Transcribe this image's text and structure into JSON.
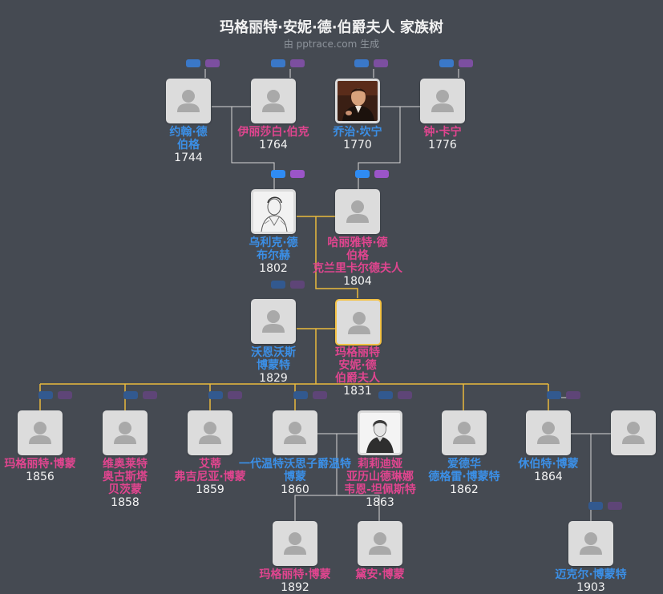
{
  "header": {
    "title": "玛格丽特·安妮·德·伯爵夫人 家族树",
    "subtitle": "由 pptrace.com 生成"
  },
  "colors": {
    "background": "#454a52",
    "male": "#3b8fe6",
    "female": "#e0458f",
    "focus_border": "#f4c245",
    "line_normal": "#d6d6d6",
    "line_focus": "#e9b93c"
  },
  "people": [
    {
      "id": "p1",
      "name": "约翰·德\n伯格",
      "year": "1744",
      "sex": "m"
    },
    {
      "id": "p2",
      "name": "伊丽莎白·伯克",
      "year": "1764",
      "sex": "f"
    },
    {
      "id": "p3",
      "name": "乔治·坎宁",
      "year": "1770",
      "sex": "m",
      "portrait": "portrait-george"
    },
    {
      "id": "p4",
      "name": "钟·卡宁",
      "year": "1776",
      "sex": "f"
    },
    {
      "id": "p5",
      "name": "乌利克·德\n布尔赫",
      "year": "1802",
      "sex": "m",
      "portrait": "portrait-ulick"
    },
    {
      "id": "p6",
      "name": "哈丽雅特·德\n伯格\n克兰里卡尔德夫人",
      "year": "1804",
      "sex": "f"
    },
    {
      "id": "p7",
      "name": "沃恩沃斯\n博蒙特",
      "year": "1829",
      "sex": "m"
    },
    {
      "id": "p8",
      "name": "玛格丽特\n安妮·德\n伯爵夫人",
      "year": "1831",
      "sex": "f",
      "focus": true
    },
    {
      "id": "c1",
      "name": "玛格丽特·博蒙",
      "year": "1856",
      "sex": "f"
    },
    {
      "id": "c2",
      "name": "维奥莱特\n奥古斯塔\n贝茨蒙",
      "year": "1858",
      "sex": "f"
    },
    {
      "id": "c3",
      "name": "艾蒂\n弗吉尼亚·博蒙",
      "year": "1859",
      "sex": "f"
    },
    {
      "id": "c4",
      "name": "一代温特沃思子爵温特\n博蒙",
      "year": "1860",
      "sex": "m"
    },
    {
      "id": "c5",
      "name": "莉莉迪娅\n亚历山德琳娜\n韦恩-坦佩斯特",
      "year": "1863",
      "sex": "f",
      "portrait": "portrait-lily"
    },
    {
      "id": "c6",
      "name": "爱德华\n德格雷·博蒙特",
      "year": "1862",
      "sex": "m"
    },
    {
      "id": "c7",
      "name": "休伯特·博蒙",
      "year": "1864",
      "sex": "m"
    },
    {
      "id": "c8",
      "name": "",
      "year": "",
      "sex": "f"
    },
    {
      "id": "g1",
      "name": "玛格丽特·博蒙",
      "year": "1892",
      "sex": "f"
    },
    {
      "id": "g2",
      "name": "黛安·博蒙",
      "year": "",
      "sex": "f"
    },
    {
      "id": "g3",
      "name": "迈克尔·博蒙特",
      "year": "1903",
      "sex": "m"
    }
  ]
}
